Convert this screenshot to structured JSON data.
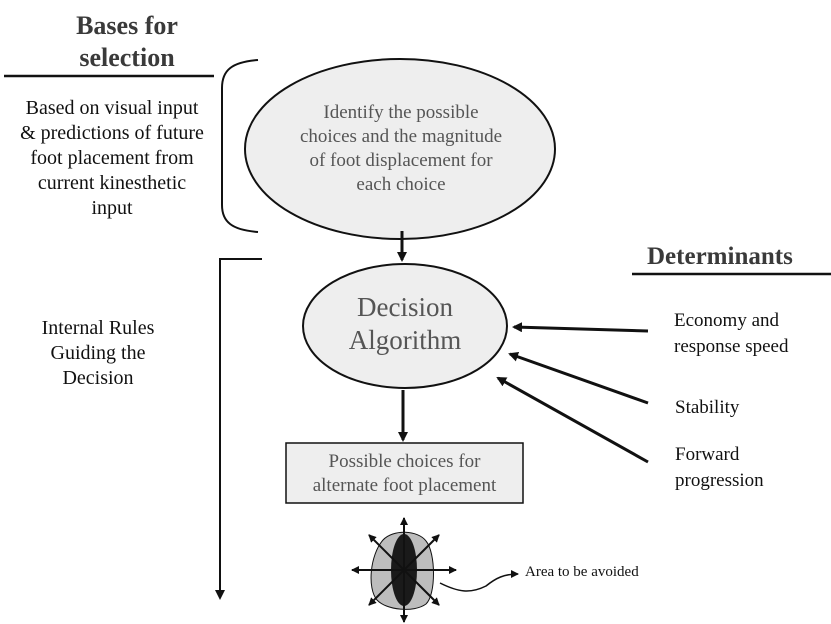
{
  "headings": {
    "bases": [
      "Bases for",
      "selection"
    ],
    "determinants": "Determinants"
  },
  "left_labels": {
    "bases_text": [
      "Based on visual input",
      "& predictions of future",
      "foot placement from",
      "current kinesthetic",
      "input"
    ],
    "rules_text": [
      "Internal Rules",
      "Guiding the",
      "Decision"
    ]
  },
  "nodes": {
    "identify": [
      "Identify the possible",
      "choices and the magnitude",
      "of foot displacement for",
      "each choice"
    ],
    "decision": [
      "Decision",
      "Algorithm"
    ],
    "possible": [
      "Possible choices for",
      "alternate foot placement"
    ]
  },
  "determinants": {
    "economy": [
      "Economy and",
      "response speed"
    ],
    "stability": "Stability",
    "forward": [
      "Forward",
      "progression"
    ]
  },
  "avoid_label": "Area to be avoided",
  "colors": {
    "node_fill": "#eeeeee",
    "stroke": "#111111",
    "foot_light": "#bdbdbd",
    "foot_dark": "#1a1a1a"
  }
}
